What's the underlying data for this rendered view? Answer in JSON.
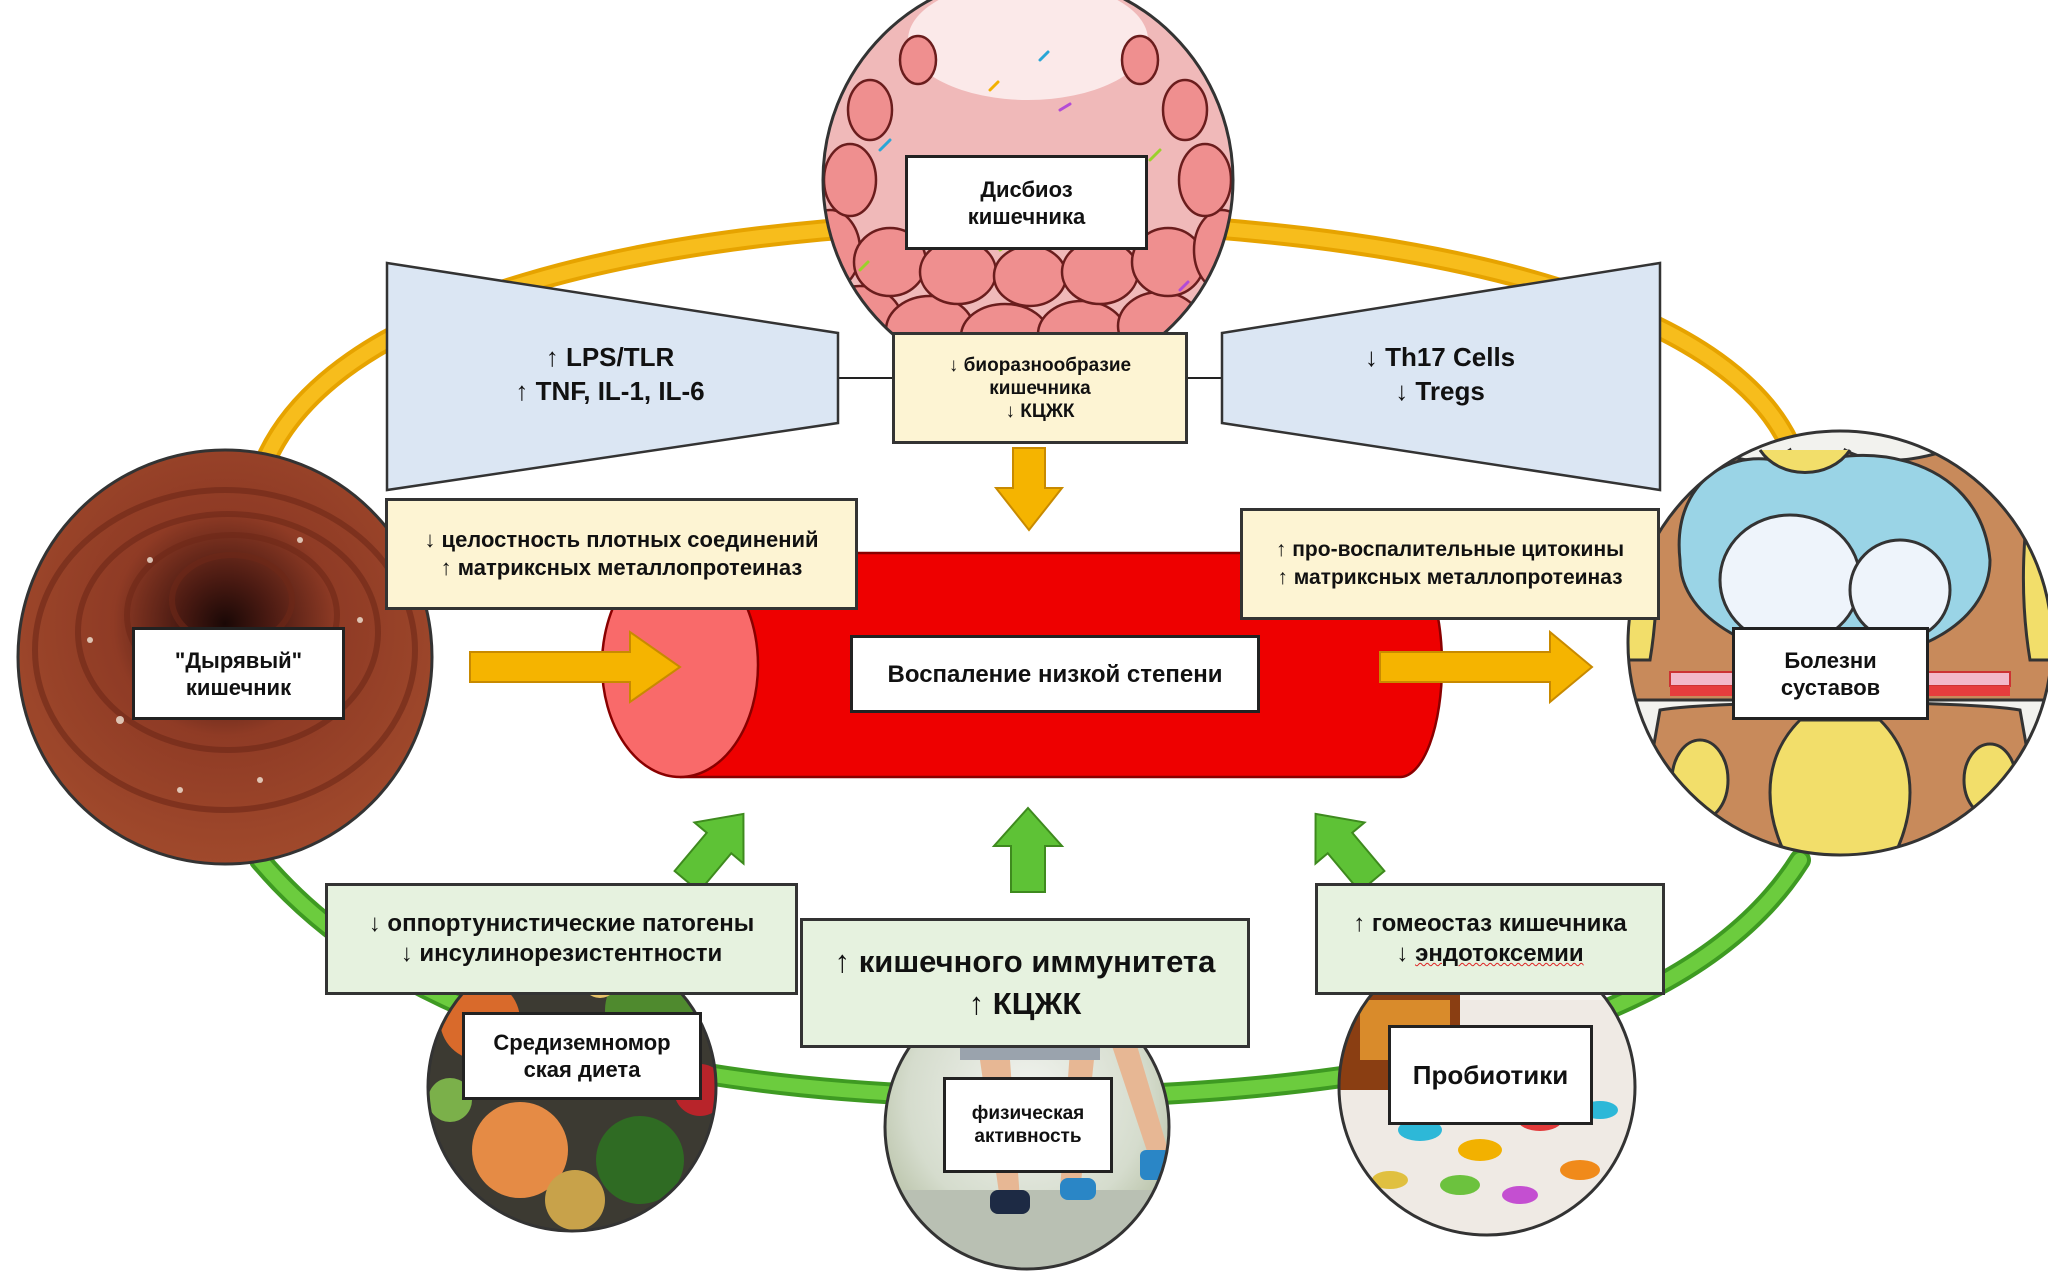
{
  "nodes": {
    "dysbiosis": "Дисбиоз\nкишечника",
    "leaky_gut": "\"Дырявый\"\nкишечник",
    "joint_disease": "Болезни\nсуставов",
    "inflammation": "Воспаление низкой степени",
    "diet": "Средиземномор\nская диета",
    "activity": "физическая\nактивность",
    "probiotics": "Пробиотики"
  },
  "left_trapezoid": {
    "line1": "↑ LPS/TLR",
    "line2": "↑ TNF, IL-1, IL-6"
  },
  "right_trapezoid": {
    "line1": "↓ Th17 Cells",
    "line2": "↓ Tregs"
  },
  "center_top_box": {
    "line1": "↓ биоразнообразие",
    "line2": "кишечника",
    "line3": "↓ КЦЖК"
  },
  "left_yellow_box": {
    "line1": "↓ целостность плотных соединений",
    "line2": "↑  матриксных металлопротеиназ"
  },
  "right_yellow_box": {
    "line1": "↑ про-воспалительные цитокины",
    "line2": "↑  матриксных металлопротеиназ"
  },
  "green_left_box": {
    "line1": "↓ оппортунистические патогены",
    "line2": "↓ инсулинорезистентности"
  },
  "green_center_box": {
    "line1": "↑ кишечного иммунитета",
    "line2": "↑ КЦЖК"
  },
  "green_right_box": {
    "line1": "↑ гомеостаз кишечника",
    "line2_arrow": "↓ ",
    "line2_word": "эндотоксемии"
  },
  "colors": {
    "top_ring": "#f5b400",
    "bottom_ring": "#5ec236",
    "arrow_yellow": "#f5b400",
    "arrow_green": "#5ec236",
    "cylinder_body": "#ee0000",
    "cylinder_cap": "#f96a6a",
    "trapezoid_fill": "#dbe6f3",
    "box_yellow": "#fdf4d3",
    "box_green": "#e6f2df"
  }
}
